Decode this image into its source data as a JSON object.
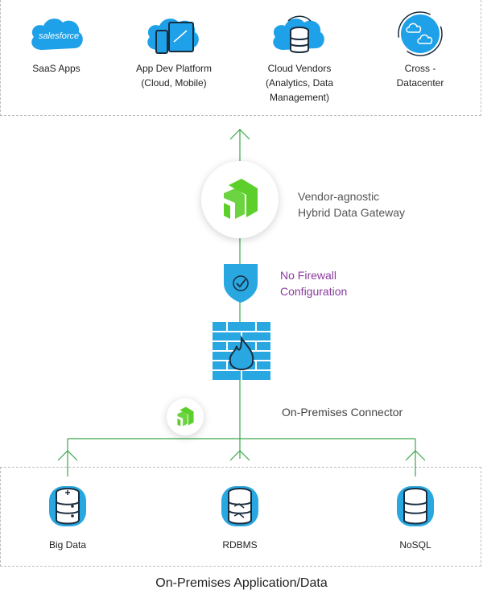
{
  "colors": {
    "line_green": "#3aa64a",
    "brand_green": "#5ccf2b",
    "cloud_blue": "#1ea1e8",
    "purple": "#8a3b9e",
    "firewall_blue": "#29a7e1"
  },
  "sources": [
    {
      "icon": "salesforce-cloud-icon",
      "logo": "salesforce",
      "label": "SaaS Apps"
    },
    {
      "icon": "app-dev-cloud-icon",
      "label": "App Dev Platform\n(Cloud, Mobile)"
    },
    {
      "icon": "cloud-database-icon",
      "label": "Cloud Vendors\n(Analytics, Data\nManagement)"
    },
    {
      "icon": "cross-datacenter-icon",
      "label": "Cross -\nDatacenter"
    }
  ],
  "gateway": {
    "label": "Vendor-agnostic\nHybrid Data Gateway"
  },
  "firewall": {
    "label": "No Firewall\nConfiguration"
  },
  "connector": {
    "label": "On-Premises Connector"
  },
  "databases": [
    {
      "icon": "big-data-database-icon",
      "label": "Big Data"
    },
    {
      "icon": "rdbms-database-icon",
      "label": "RDBMS"
    },
    {
      "icon": "nosql-database-icon",
      "label": "NoSQL"
    }
  ],
  "footer": "On-Premises Application/Data"
}
